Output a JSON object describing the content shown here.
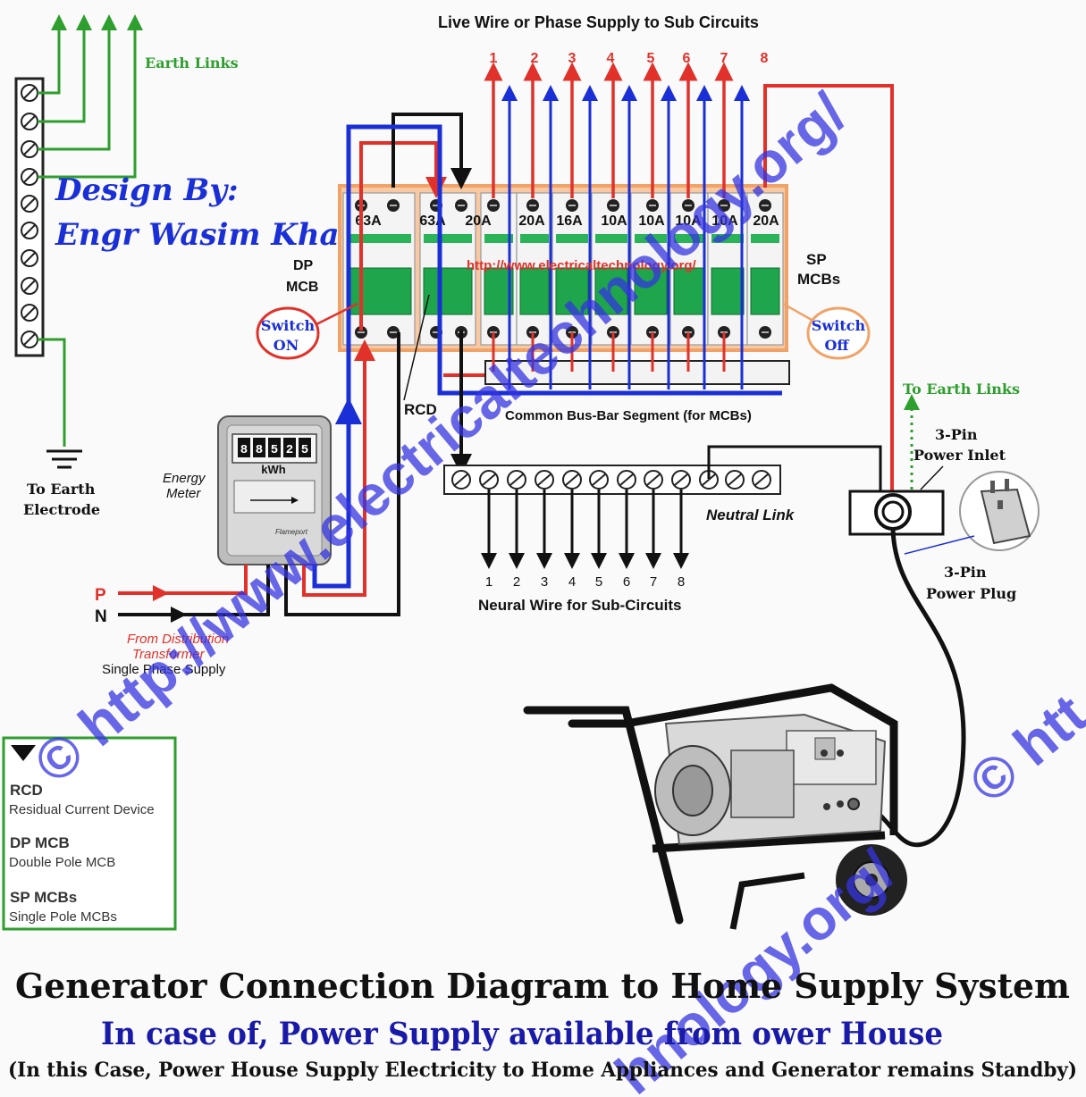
{
  "header": {
    "live_wire_title": "Live Wire or Phase Supply to Sub Circuits",
    "earth_links": "Earth Links",
    "design_by": "Design By:",
    "designer": "Engr Wasim Khan",
    "url_red": "http://www.electricaltechnology.org/"
  },
  "circuit_numbers": [
    "1",
    "2",
    "3",
    "4",
    "5",
    "6",
    "7",
    "8"
  ],
  "breakers": {
    "ratings": [
      "63A",
      "63A",
      "20A",
      "20A",
      "16A",
      "10A",
      "10A",
      "10A",
      "10A",
      "20A"
    ],
    "dp_mcb_line1": "DP",
    "dp_mcb_line2": "MCB",
    "sp_mcbs_line1": "SP",
    "sp_mcbs_line2": "MCBs",
    "switch_on_line1": "Switch",
    "switch_on_line2": "ON",
    "switch_off_line1": "Switch",
    "switch_off_line2": "Off",
    "rcd": "RCD",
    "busbar": "Common Bus-Bar Segment (for MCBs)"
  },
  "earth": {
    "to_earth_line1": "To Earth",
    "to_earth_line2": "Electrode"
  },
  "meter": {
    "label_line1": "Energy",
    "label_line2": "Meter",
    "digits": [
      "8",
      "8",
      "5",
      "2",
      "5"
    ],
    "unit": "kWh",
    "brand": "Flameport"
  },
  "supply": {
    "p": "P",
    "n": "N",
    "from_line1": "From Distribution",
    "from_line2": "Transformer",
    "single_phase": "Single Phase Supply"
  },
  "neutral": {
    "link_label": "Neutral Link",
    "sub_circuits_label": "Neural Wire for Sub-Circuits"
  },
  "power": {
    "to_earth_links": "To Earth Links",
    "inlet_line1": "3-Pin",
    "inlet_line2": "Power Inlet",
    "plug_line1": "3-Pin",
    "plug_line2": "Power Plug"
  },
  "legend": {
    "rcd_title": "RCD",
    "rcd_desc": "Residual Current Device",
    "dp_title": "DP MCB",
    "dp_desc": "Double Pole MCB",
    "sp_title": "SP MCBs",
    "sp_desc": "Single Pole MCBs"
  },
  "footer": {
    "title": "Generator Connection Diagram to Home Supply System",
    "subtitle": "In case of, Power Supply available from ower House",
    "note": "(In this Case, Power House Supply Electricity to Home Appliances and Generator remains Standby)"
  },
  "watermark": {
    "main": "© http://www.electricaltechnology.org/",
    "right": "© htt",
    "bottom": "hnology.org/"
  },
  "colors": {
    "live": "#e0312a",
    "neutral": "#111111",
    "blue_live": "#1a2fd6",
    "earth": "#2e9e2e",
    "panel": "#f3b27a",
    "title_blue": "#1a1aa8",
    "watermark": "#3434e0"
  }
}
